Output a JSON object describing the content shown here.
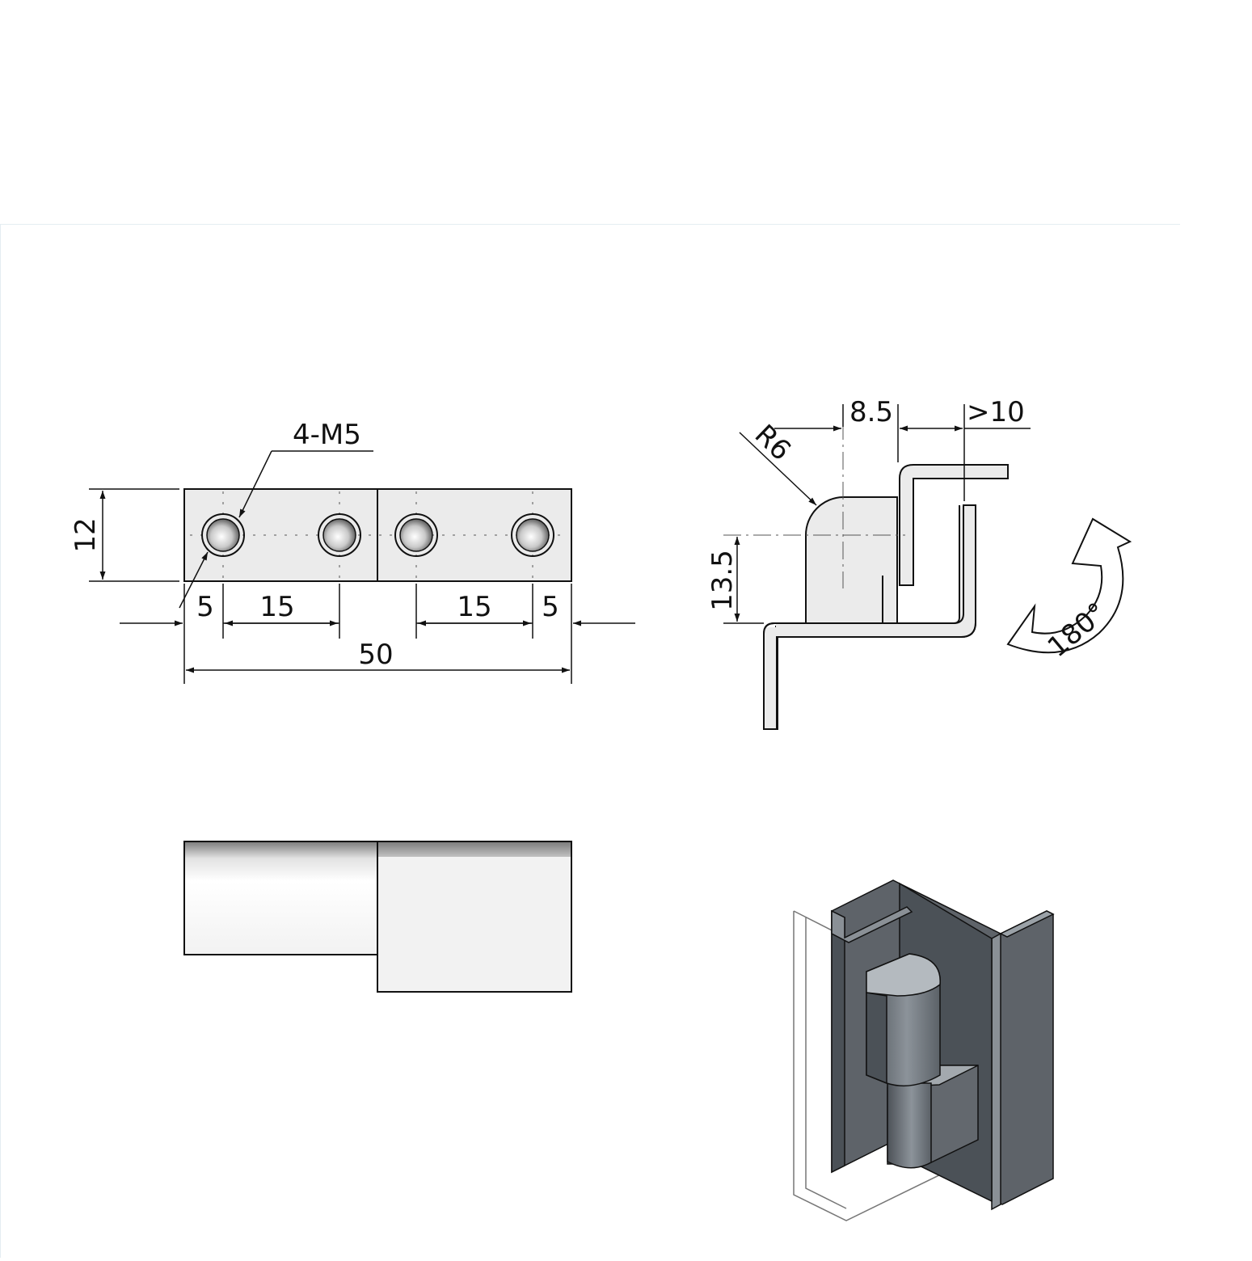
{
  "front_view": {
    "thread_callout": "4-M5",
    "dim_height": "12",
    "dim_edge_left": "5",
    "dim_pitch_left": "15",
    "dim_pitch_right": "15",
    "dim_edge_right": "5",
    "dim_overall": "50"
  },
  "side_view": {
    "dim_radius": "R6",
    "dim_offset": "8.5",
    "dim_clearance": ">10",
    "dim_height": "13.5",
    "rotation_label": "180°"
  },
  "colors": {
    "line": "#111111",
    "part_fill": "#ebebeb",
    "iso_dark": "#4b5157",
    "iso_mid": "#63686e",
    "iso_light": "#8e959b",
    "divider": "#e4edf1"
  }
}
